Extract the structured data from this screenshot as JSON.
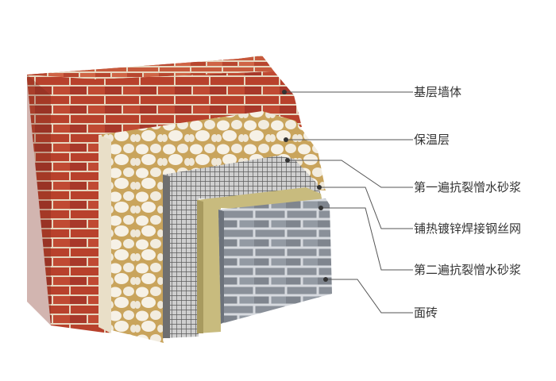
{
  "layers": [
    {
      "id": "wall",
      "label": "基层墙体"
    },
    {
      "id": "insulation",
      "label": "保温层"
    },
    {
      "id": "mortar1",
      "label": "第一遍抗裂憎水砂浆"
    },
    {
      "id": "mesh",
      "label": "铺热镀锌焊接钢丝网"
    },
    {
      "id": "mortar2",
      "label": "第二遍抗裂憎水砂浆"
    },
    {
      "id": "tile",
      "label": "面砖"
    }
  ],
  "colors": {
    "brick": "#b8412c",
    "brick_dark": "#8e2c1c",
    "mortar_joint": "#e8d9c4",
    "insulation_cell": "#f4efe3",
    "insulation_joint": "#c9a45c",
    "mortar_gray": "#8f8f8f",
    "mesh_line": "#5a5a5a",
    "mortar_beige": "#c8bb7e",
    "tile": "#8a9099",
    "tile_joint": "#d7dadf",
    "leader": "#555555"
  }
}
